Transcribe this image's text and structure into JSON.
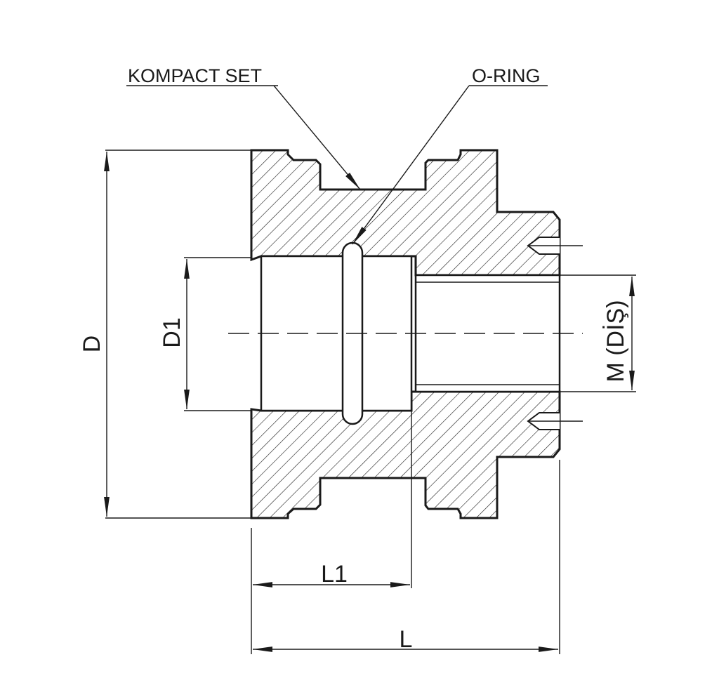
{
  "callouts": {
    "kompact_set": "KOMPACT SET",
    "o_ring": "O-RING"
  },
  "dimensions": {
    "D": "D",
    "D1": "D1",
    "M": "M (DİŞ)",
    "L1": "L1",
    "L": "L"
  },
  "colors": {
    "line": "#1a1a1a",
    "background": "#ffffff"
  }
}
